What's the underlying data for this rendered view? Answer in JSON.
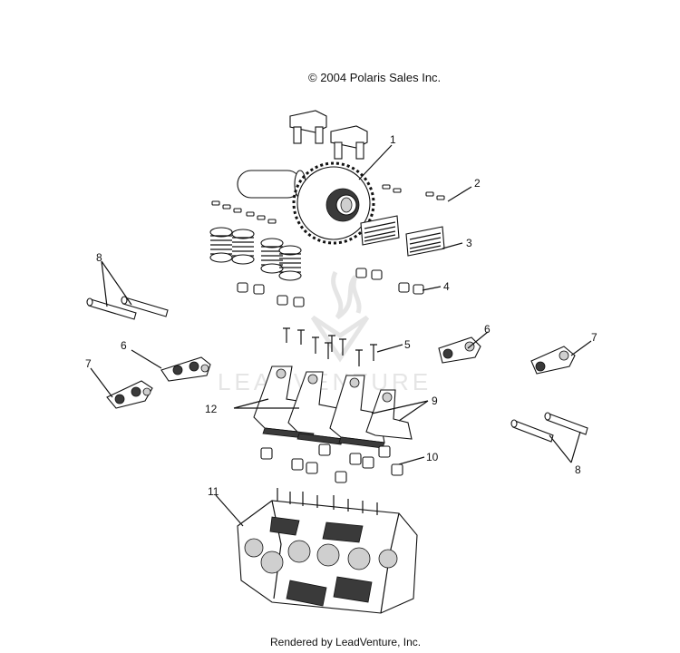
{
  "header": {
    "copyright": "© 2004 Polaris Sales Inc."
  },
  "footer": {
    "rendered_by": "Rendered by LeadVenture, Inc."
  },
  "watermark": {
    "text": "LEADVENTURE"
  },
  "callouts": {
    "c1": "1",
    "c2": "2",
    "c3": "3",
    "c4": "4",
    "c5": "5",
    "c6a": "6",
    "c6b": "6",
    "c7a": "7",
    "c7b": "7",
    "c8a": "8",
    "c8b": "8",
    "c9": "9",
    "c10": "10",
    "c11": "11",
    "c12": "12"
  },
  "colors": {
    "line": "#111111",
    "background": "#ffffff",
    "watermark": "#e3e3e3"
  }
}
